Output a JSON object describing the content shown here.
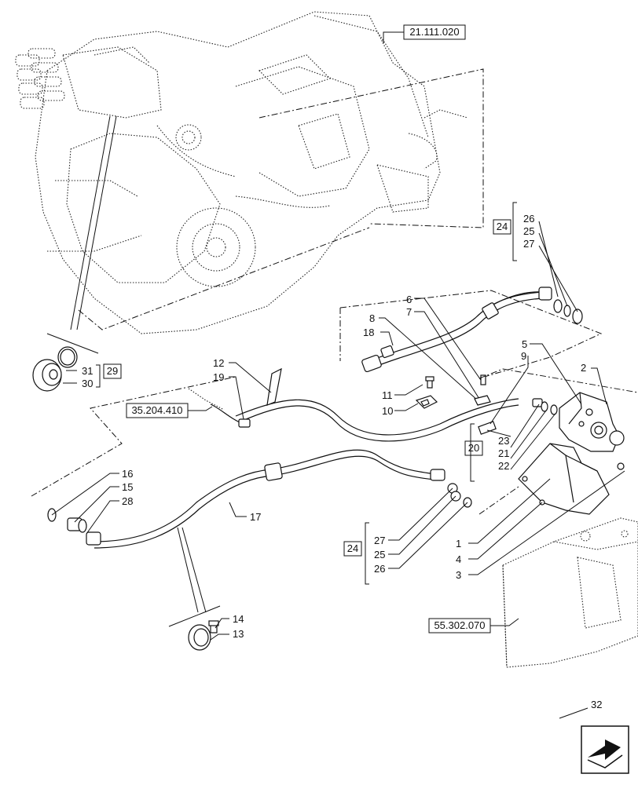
{
  "references": {
    "r21_111_020": "21.111.020",
    "r35_204_410": "35.204.410",
    "r55_302_070": "55.302.070"
  },
  "callouts": {
    "c1": "1",
    "c2": "2",
    "c3": "3",
    "c4": "4",
    "c5": "5",
    "c6": "6",
    "c7": "7",
    "c8": "8",
    "c9": "9",
    "c10": "10",
    "c11": "11",
    "c12": "12",
    "c13": "13",
    "c14": "14",
    "c15": "15",
    "c16": "16",
    "c17": "17",
    "c18": "18",
    "c19": "19",
    "c20": "20",
    "c21": "21",
    "c22": "22",
    "c23": "23",
    "c24": "24",
    "c25": "25",
    "c26": "26",
    "c27": "27",
    "c28": "28",
    "c29": "29",
    "c30": "30",
    "c31": "31",
    "c32": "32"
  },
  "icons": {
    "navigation": "next-page-arrow-icon"
  }
}
